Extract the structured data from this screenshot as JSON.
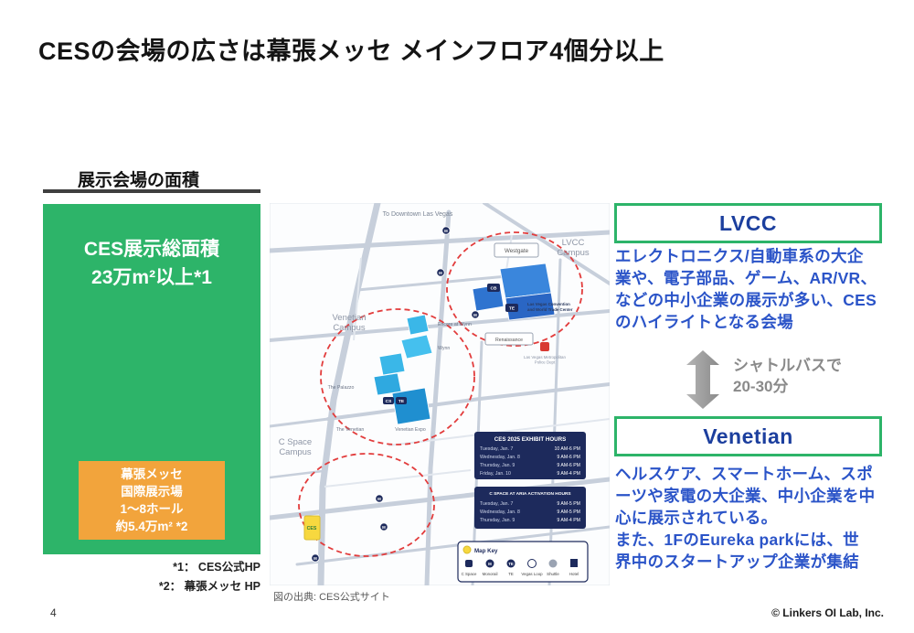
{
  "slide": {
    "title": "CESの会場の広さは幕張メッセ メインフロア4個分以上",
    "page_number": "4",
    "copyright": "© Linkers OI Lab, Inc."
  },
  "left_panel": {
    "heading": "展示会場の面積",
    "ces_area": {
      "line1": "CES展示総面積",
      "line2": "23万m²以上*1"
    },
    "makuhari": {
      "lines": [
        "幕張メッセ",
        "国際展示場",
        "1〜8ホール",
        "約5.4万m² *2"
      ]
    },
    "footnotes": [
      "*1： CES公式HP",
      "*2： 幕張メッセ HP"
    ]
  },
  "right_panel": {
    "lvcc_title": "LVCC",
    "lvcc_desc": "エレクトロニクス/自動車系の大企\n業や、電子部品、ゲーム、AR/VR、\nなどの中小企業の展示が多い、CES\nのハイライトとなる会場",
    "shuttle_line1": "シャトルバスで",
    "shuttle_line2": "20-30分",
    "venetian_title": "Venetian",
    "venetian_desc": "ヘルスケア、スマートホーム、スポ\nーツや家電の大企業、中小企業を中\n心に展示されている。\nまた、1FのEureka parkには、世\n界中のスタートアップ企業が集結"
  },
  "map": {
    "caption": "図の出典: CES公式サイト",
    "labels": {
      "downtown": "To Downtown Las Vegas",
      "lvcc_campus": [
        "LVCC",
        "Campus"
      ],
      "venetian_campus": [
        "Venetian",
        "Campus"
      ],
      "c_space_campus": [
        "C Space",
        "Campus"
      ],
      "westgate": "Westgate",
      "renaissance": "Renaissance",
      "convention_center": [
        "Las Vegas Convention",
        "and World Trade Center"
      ],
      "police": [
        "Las Vegas Metropolitan",
        "Police Dept"
      ],
      "encore": "Encore at Wynn",
      "wynn": "Wynn",
      "palazzo": "The Palazzo",
      "venetian": "The Venetian",
      "venetian_expo": "Venetian Expo",
      "ces_hq": "CES"
    },
    "exhibit_hours": {
      "title": "CES 2025 EXHIBIT HOURS",
      "rows": [
        {
          "day": "Tuesday, Jan. 7",
          "time": "10 AM-6 PM"
        },
        {
          "day": "Wednesday, Jan. 8",
          "time": "9 AM-6 PM"
        },
        {
          "day": "Thursday, Jan. 9",
          "time": "9 AM-6 PM"
        },
        {
          "day": "Friday, Jan. 10",
          "time": "9 AM-4 PM"
        }
      ]
    },
    "c_space_hours": {
      "title": "C SPACE AT ARIA ACTIVATION HOURS",
      "rows": [
        {
          "day": "Tuesday, Jan. 7",
          "time": "9 AM-5 PM"
        },
        {
          "day": "Wednesday, Jan. 8",
          "time": "9 AM-5 PM"
        },
        {
          "day": "Thursday, Jan. 9",
          "time": "9 AM-4 PM"
        }
      ]
    },
    "map_key": {
      "title": "Map Key",
      "items": [
        "C Space",
        "Monorail",
        "TE",
        "Vegas Loop",
        "Shuttle",
        "Hotel"
      ]
    },
    "stations": {
      "cb": "CB",
      "te": "TE",
      "cs": "CS",
      "m": "M"
    }
  }
}
